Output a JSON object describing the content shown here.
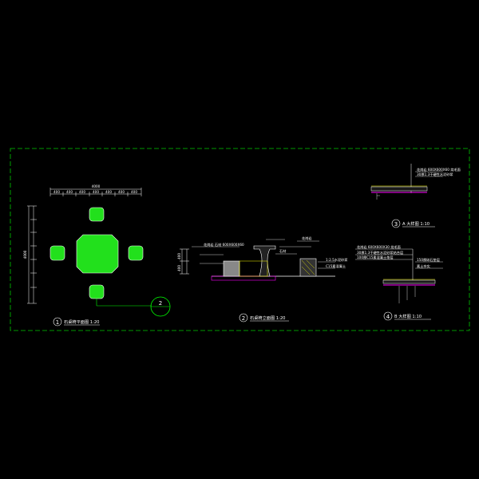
{
  "drawing": {
    "colors": {
      "background": "#000000",
      "frame": "#00c800",
      "line": "#ffffff",
      "fill": "#22e01c",
      "accent": "#ff00ff",
      "highlight": "#ffff00",
      "leader": "#00ff00"
    },
    "plan": {
      "overall_dim": "4000",
      "segment_dims": [
        "400",
        "400",
        "400",
        "400",
        "400",
        "400",
        "400"
      ],
      "side_dim": "4000",
      "section_marker": "2",
      "title": "石桌椅平面图 1:20",
      "number": "1"
    },
    "elevation": {
      "title": "石桌椅立面图 1:20",
      "number": "2",
      "dims": [
        "400",
        "400"
      ],
      "notes": [
        "花岗岩 石材 600X600X60",
        "花岗岩",
        "石材",
        "1:2.5水泥砂浆",
        "C15素混凝土"
      ]
    },
    "detail3": {
      "title": "A 大样图 1:10",
      "number": "3",
      "notes": [
        "花岗岩 600X600X60 烧毛面",
        "30厚1:3干硬性水泥砂浆"
      ]
    },
    "detail4": {
      "title": "B 大样图 1:10",
      "number": "4",
      "notes": [
        "花岗岩 600X600X30 烧毛面",
        "30厚1:3干硬性水泥砂浆结合层",
        "100厚C15素混凝土垫层",
        "150厚碎石垫层",
        "素土夯实"
      ]
    }
  }
}
